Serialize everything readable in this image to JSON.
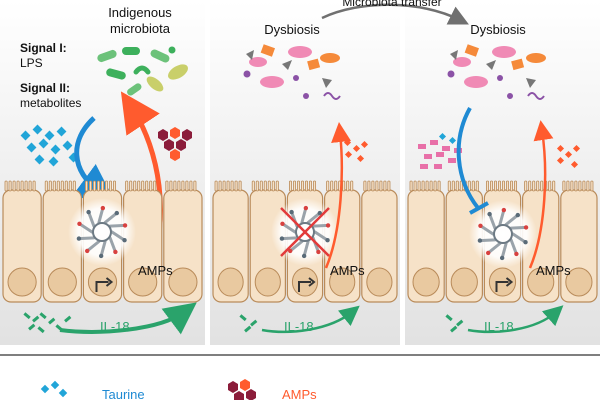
{
  "panel1": {
    "title_line1": "Indigenous",
    "title_line2": "microbiota",
    "signal1_title": "Signal I:",
    "signal1_text": "LPS",
    "signal2_title": "Signal II:",
    "signal2_text": "metabolites",
    "amps_label": "AMPs",
    "il18_label": "IL-18"
  },
  "panel2": {
    "title": "Dysbiosis",
    "amps_label": "AMPs",
    "il18_label": "IL-18"
  },
  "panel3": {
    "title": "Dysbiosis",
    "amps_label": "AMPs",
    "il18_label": "IL-18"
  },
  "transfer_label": "Microbiota transfer",
  "legend": {
    "taurine_label": "Taurine",
    "amps_label": "AMPs"
  },
  "colors": {
    "blue_arrow": "#1f8ad3",
    "red_arrow": "#ff5b2e",
    "green_arrow": "#2aa36b",
    "cell_fill": "#f6e2c8",
    "cell_stroke": "#b98b5a",
    "taurine": "#21a5d8",
    "taurine_pink": "#e870a8",
    "amps_dark": "#8b1c3a",
    "amps_orange": "#ff5b2e",
    "il18_green": "#2aa36b"
  }
}
